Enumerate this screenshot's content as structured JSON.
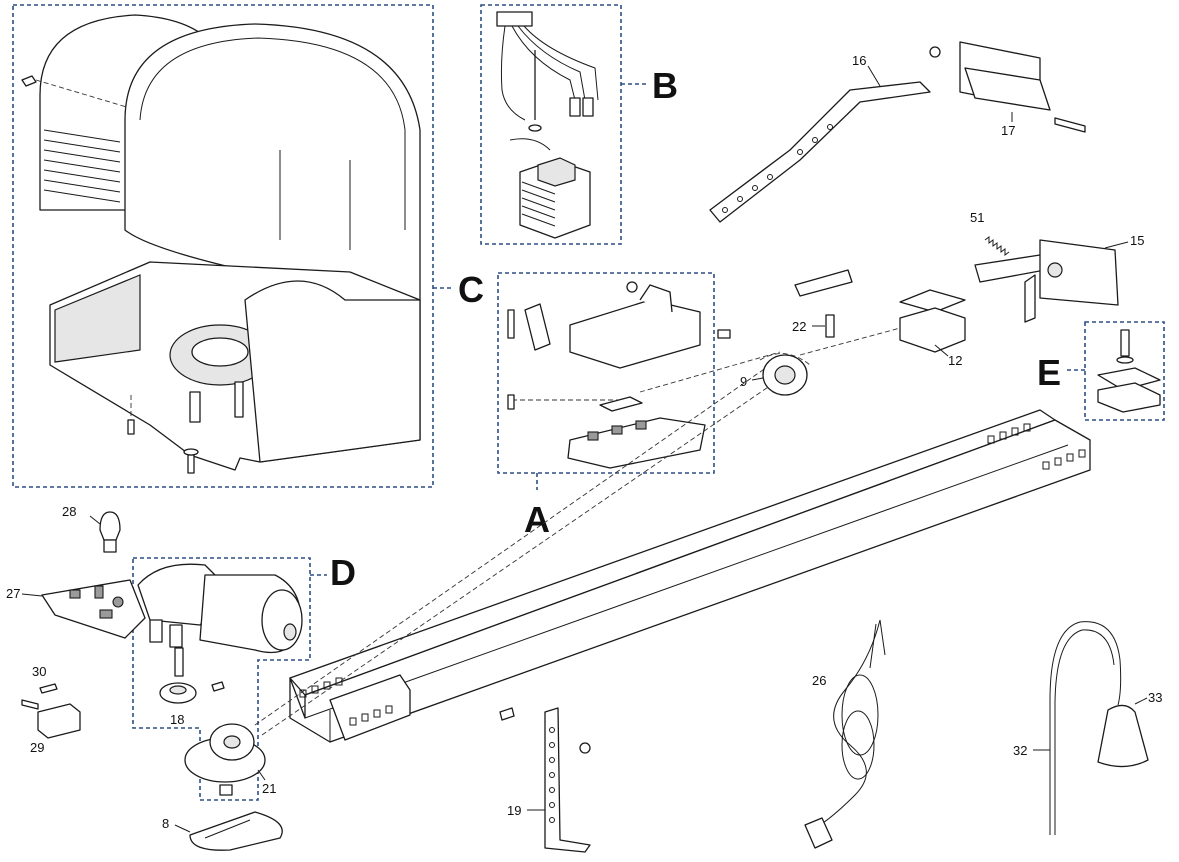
{
  "group_labels": {
    "a": "A",
    "b": "B",
    "c": "C",
    "d": "D",
    "e": "E"
  },
  "part_numbers": {
    "p8": "8",
    "p9": "9",
    "p12": "12",
    "p15": "15",
    "p16": "16",
    "p17": "17",
    "p18": "18",
    "p19": "19",
    "p21": "21",
    "p22": "22",
    "p26": "26",
    "p27": "27",
    "p28": "28",
    "p29": "29",
    "p30": "30",
    "p32": "32",
    "p33": "33",
    "p51": "51"
  }
}
